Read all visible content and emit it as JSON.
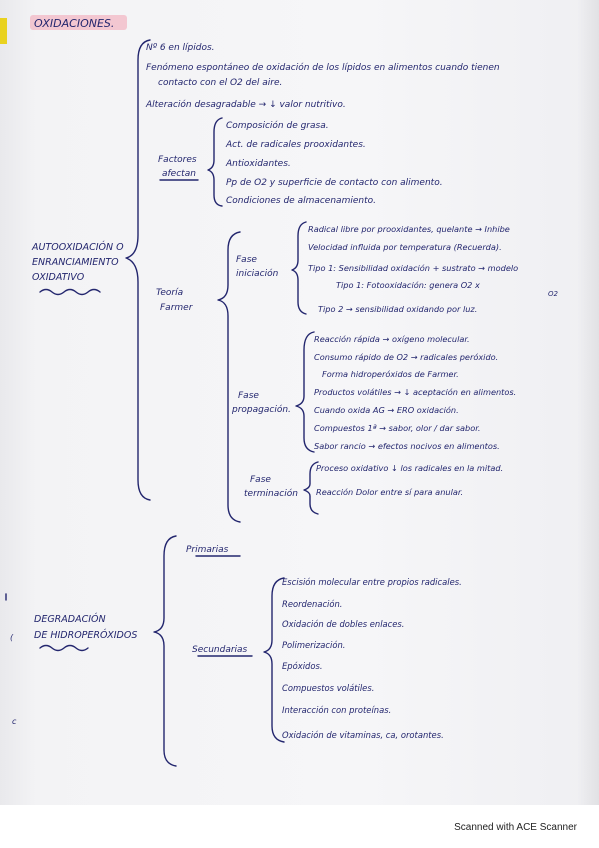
{
  "title": "OXIDACIONES.",
  "section1": {
    "label_lines": [
      "AUTOOXIDACIÓN O",
      "ENRANCIAMIENTO",
      "OXIDATIVO"
    ],
    "bullets": [
      "Nº 6 en lípidos.",
      "Fenómeno espontáneo de oxidación de los lípidos en alimentos cuando tienen",
      "contacto con el O2 del aire.",
      "Alteración desagradable → ↓ valor nutritivo."
    ],
    "factors": {
      "label_lines": [
        "Factores",
        "afectan"
      ],
      "items": [
        "Composición de grasa.",
        "Act. de radicales prooxidantes.",
        "Antioxidantes.",
        "Pp de O2 y superficie de contacto con alimento.",
        "Condiciones de almacenamiento."
      ]
    },
    "theory": {
      "label_lines": [
        "Teoría",
        "Farmer"
      ],
      "phases": [
        {
          "label_lines": [
            "Fase",
            "iniciación"
          ],
          "items": [
            "Radical libre por prooxidantes, quelante → Inhibe",
            "Velocidad influida por temperatura (Recuerda).",
            "Tipo 1: Sensibilidad oxidación + sustrato → modelo",
            "Tipo 1: Fotooxidación: genera O2 x",
            "Tipo 2 → sensibilidad oxidando por luz."
          ],
          "mark": "O2"
        },
        {
          "label_lines": [
            "Fase",
            "propagación."
          ],
          "items": [
            "Reacción rápida → oxígeno molecular.",
            "Consumo rápido de O2 → radicales peróxido.",
            "Forma hidroperóxidos de Farmer.",
            "Productos volátiles → ↓ aceptación en alimentos.",
            "Cuando oxida AG → ERO oxidación.",
            "Compuestos 1ª → sabor, olor / dar sabor.",
            "Sabor rancio → efectos nocivos en alimentos."
          ]
        },
        {
          "label_lines": [
            "Fase",
            "terminación"
          ],
          "items": [
            "Proceso oxidativo ↓ los radicales en la mitad.",
            "Reacción Dolor entre sí para anular."
          ]
        }
      ]
    }
  },
  "section2": {
    "label_lines": [
      "DEGRADACIÓN",
      "DE HIDROPERÓXIDOS"
    ],
    "primarias": "Primarias",
    "secundarias": {
      "label": "Secundarias",
      "items": [
        "Escisión molecular entre propios radicales.",
        "Reordenación.",
        "Oxidación de dobles enlaces.",
        "Polimerización.",
        "Epóxidos.",
        "Compuestos volátiles.",
        "Interacción con proteínas.",
        "Oxidación de vitaminas, ca, orotantes."
      ]
    }
  },
  "footer": "Scanned with ACE Scanner",
  "colors": {
    "ink": "#23266e",
    "highlight": "#f2a3b3",
    "tab": "#e9d21f"
  }
}
